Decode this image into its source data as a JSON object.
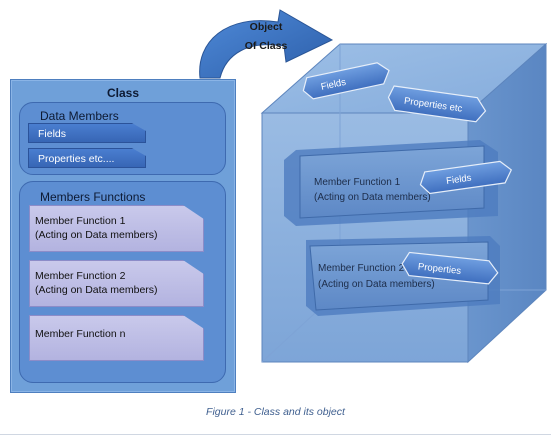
{
  "arrow_label": {
    "line1": "Object",
    "line2": "Of Class"
  },
  "class_panel": {
    "title": "Class",
    "data_members": {
      "title": "Data Members",
      "items": [
        "Fields",
        "Properties etc...."
      ]
    },
    "member_functions": {
      "title": "Members Functions",
      "items": [
        {
          "line1": "Member Function 1",
          "line2": "(Acting on Data members)"
        },
        {
          "line1": "Member Function 2",
          "line2": "(Acting on Data members)"
        },
        {
          "line1": "Member Function n",
          "line2": ""
        }
      ]
    }
  },
  "object_cube": {
    "floating_fields": "Fields",
    "floating_properties": "Properties etc",
    "function_blocks": [
      {
        "line1": "Member Function 1",
        "line2": "(Acting on Data members)",
        "chip": "Fields"
      },
      {
        "line1": "Member Function 2",
        "line2": "(Acting on Data members)",
        "chip": "Properties"
      }
    ]
  },
  "caption": "Figure 1 - Class and its object",
  "colors": {
    "panel": "#6fa0d9",
    "section": "#5d8ed2",
    "chip": "#3f70c2",
    "card": "#c0c0e6",
    "cube_face": "#7fa7d6",
    "arrow": "#3b73c4",
    "caption": "#3f5f8f"
  }
}
